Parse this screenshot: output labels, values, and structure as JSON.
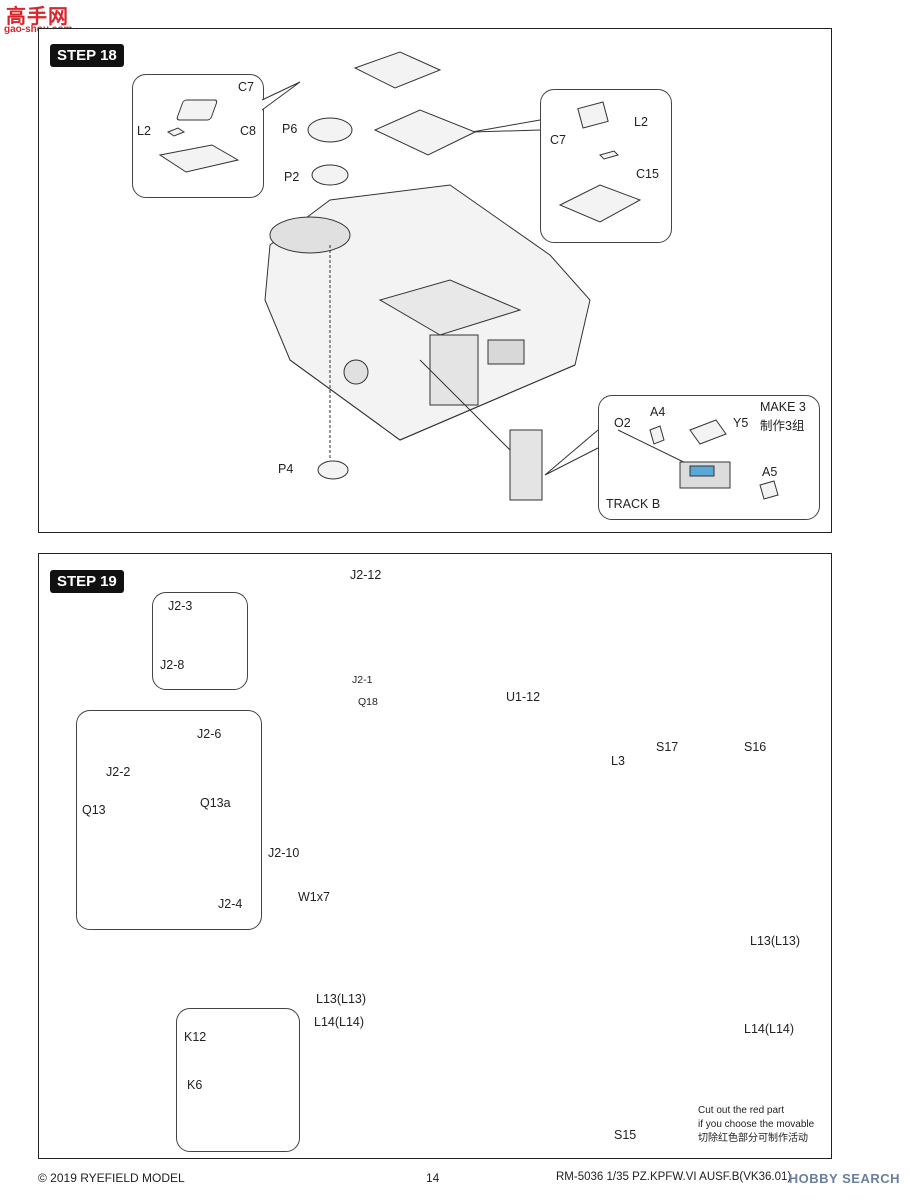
{
  "site_logo": {
    "chinese": "高手网",
    "url": "gao-shou.com"
  },
  "step18": {
    "title": "STEP 18",
    "parts": [
      "C7",
      "L2",
      "C8",
      "P6",
      "P2",
      "C7",
      "L2",
      "C15",
      "P4",
      "O2",
      "A4",
      "Y5",
      "A5",
      "TRACK B"
    ],
    "make_en": "MAKE 3",
    "make_cn": "制作3组"
  },
  "step19": {
    "title": "STEP 19",
    "parts": [
      "J2-12",
      "J2-3",
      "J2-8",
      "J2-1",
      "Q18",
      "J2-6",
      "J2-2",
      "Q13",
      "Q13a",
      "J2-10",
      "J2-4",
      "W1x7",
      "U1-12",
      "S17",
      "S16",
      "L3",
      "L13(L13)",
      "L14(L14)",
      "L13(L13)",
      "L14(L14)",
      "K12",
      "K6",
      "S15"
    ],
    "warning_en_1": "Cut out the red part",
    "warning_en_2": "if you choose the movable",
    "warning_cn": "切除红色部分可制作活动"
  },
  "footer": {
    "copyright": "© 2019 RYEFIELD MODEL",
    "page": "14",
    "product": "RM-5036 1/35  PZ.KPFW.VI AUSF.B(VK36.01)",
    "watermark": "HOBBY SEARCH"
  },
  "colors": {
    "accent_blue": "#5aa8d8",
    "accent_yellow": "#e8d84a",
    "warning_red": "#cc2a2a",
    "logo_red": "#d8262c"
  }
}
